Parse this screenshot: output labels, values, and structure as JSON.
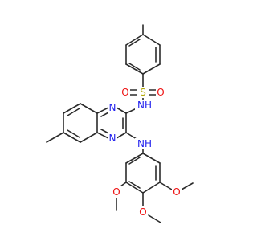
{
  "molecule": {
    "atom_colors": {
      "C": "#2b2b2b",
      "N": "#2222ee",
      "O": "#ee1111",
      "S": "#b3a800"
    },
    "labels": {
      "sulfur": "S",
      "sulfonyl_oxygen_left": "O",
      "sulfonyl_oxygen_right": "O",
      "sulfonamide_nh": "NH",
      "quinoxaline_n_top": "N",
      "quinoxaline_n_bottom": "N",
      "amine_nh": "NH",
      "methoxy_o_left": "O",
      "methoxy_o_right": "O",
      "methoxy_o_bottom": "O"
    }
  }
}
